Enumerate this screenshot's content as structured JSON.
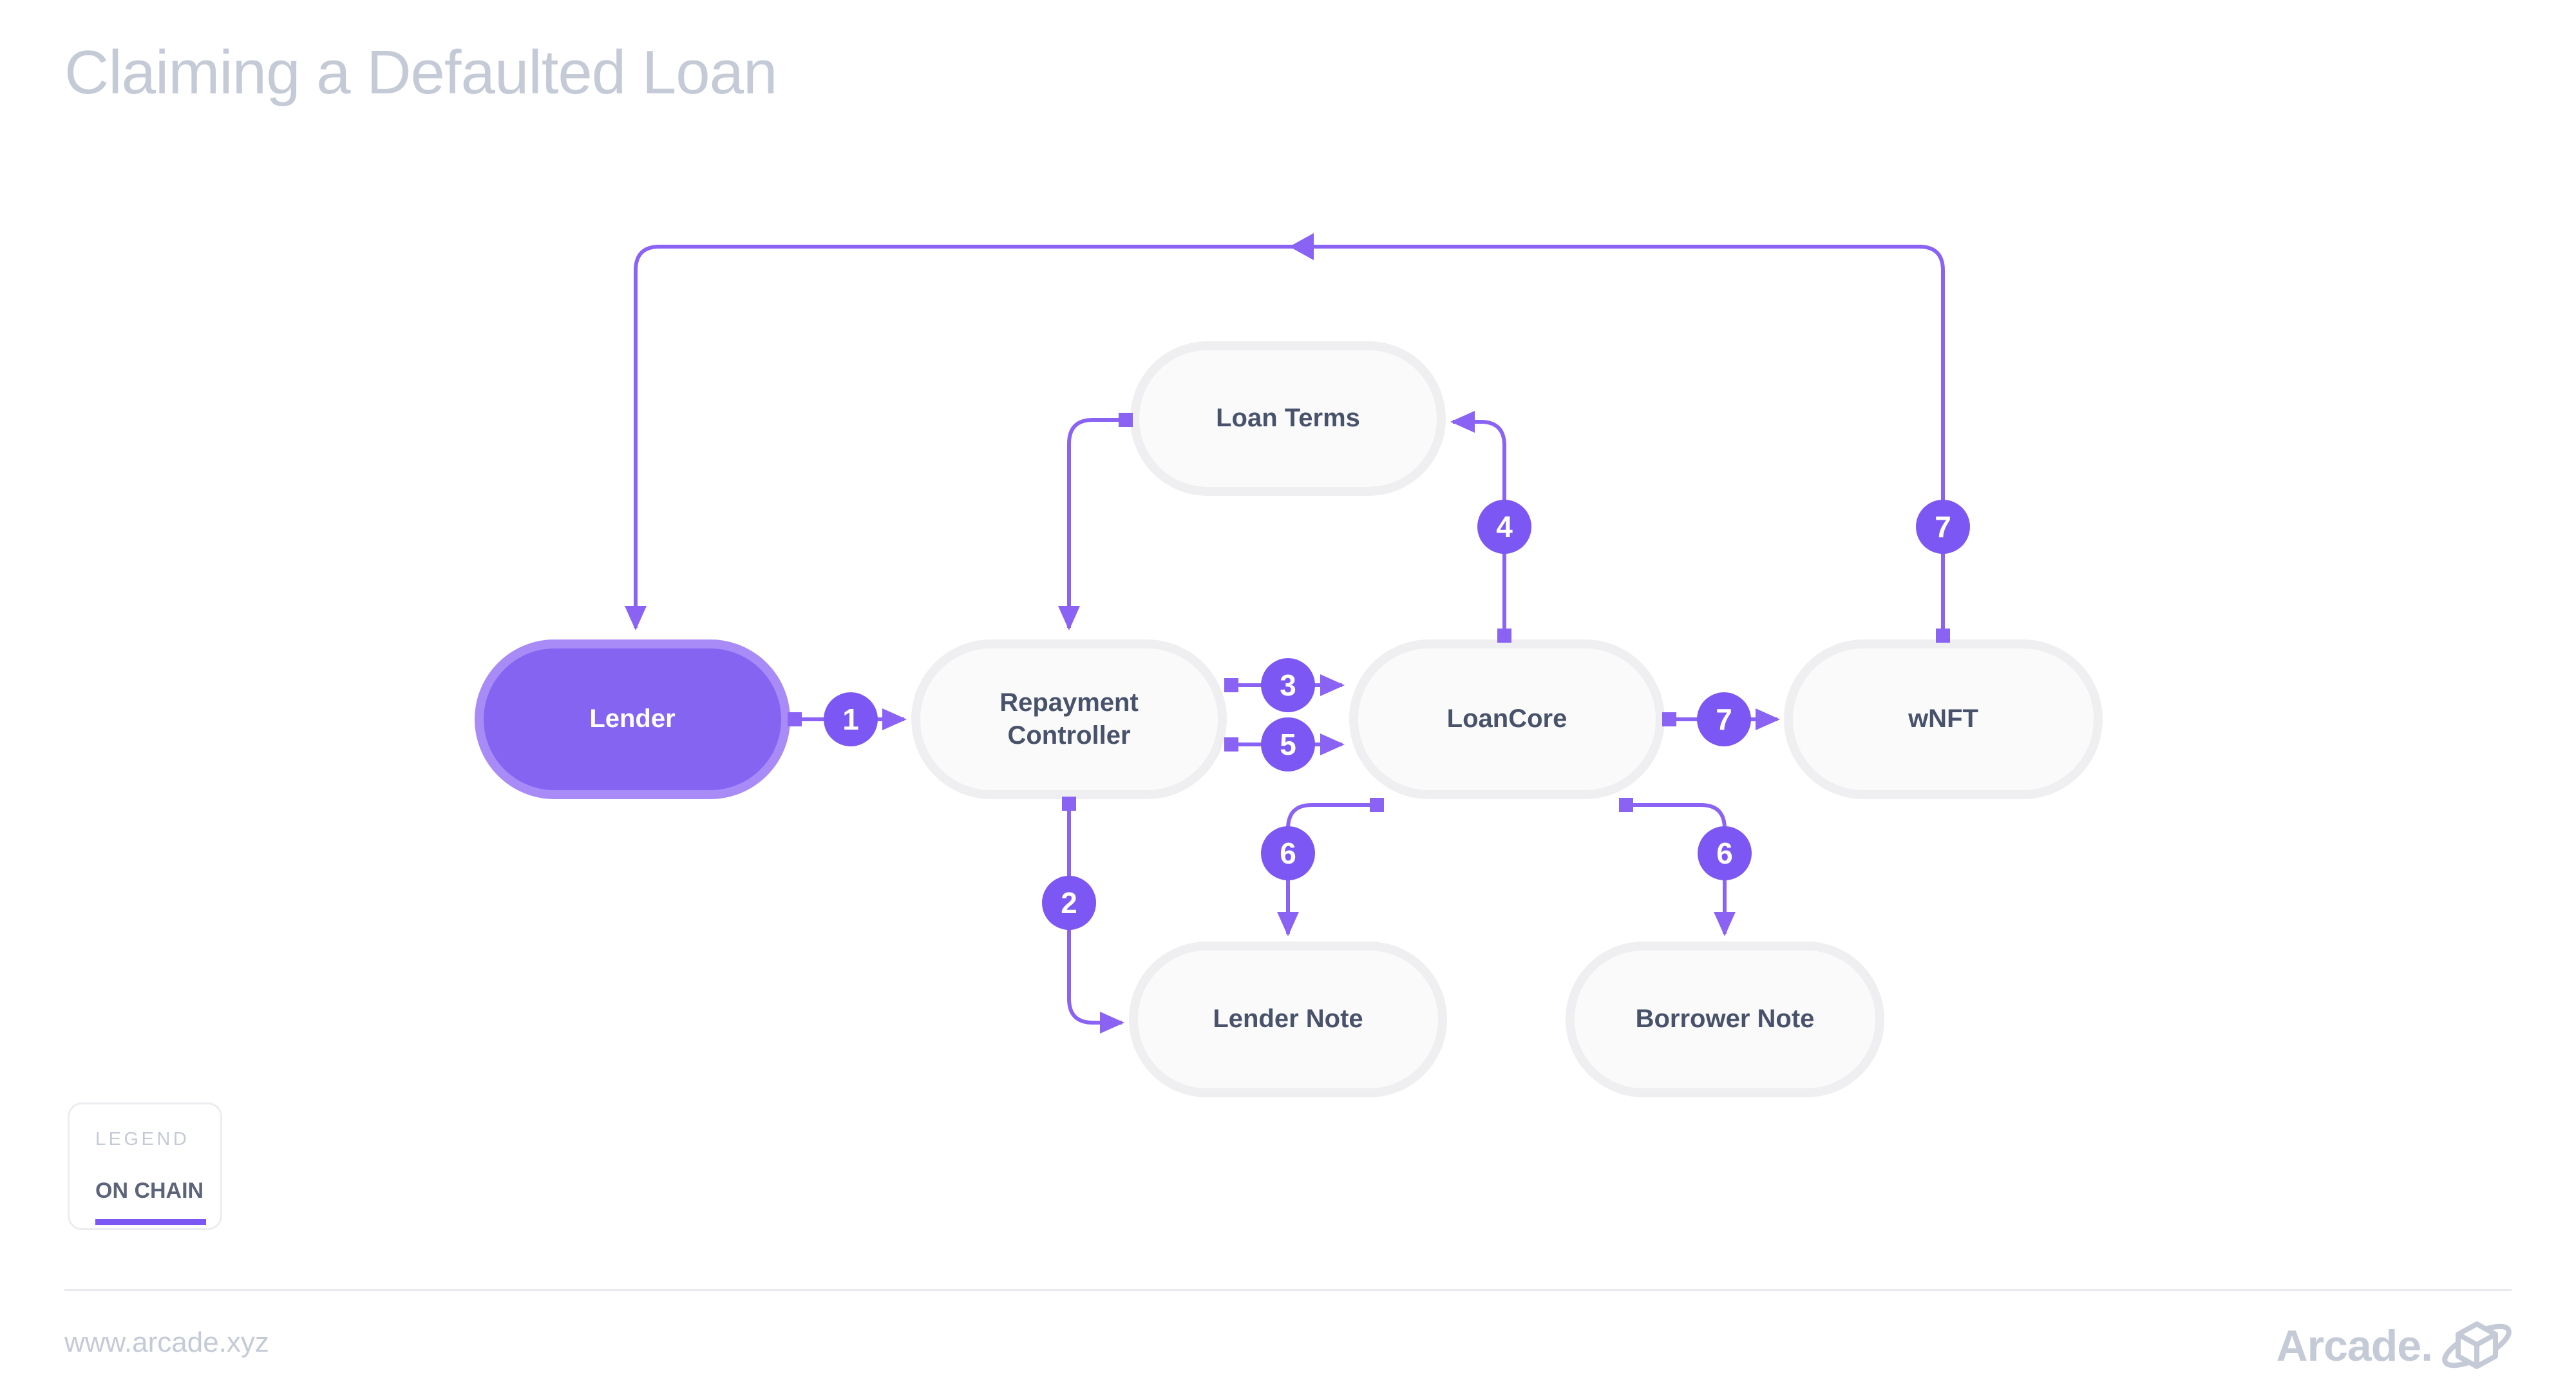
{
  "title": "Claiming a Defaulted Loan",
  "nodes": {
    "lender": "Lender",
    "repayment_controller": "Repayment Controller",
    "loan_terms": "Loan Terms",
    "loan_core": "LoanCore",
    "wnft": "wNFT",
    "lender_note": "Lender Note",
    "borrower_note": "Borrower Note"
  },
  "steps": {
    "s1": "1",
    "s2": "2",
    "s3": "3",
    "s4": "4",
    "s5": "5",
    "s6_to_lender_note": "6",
    "s6_to_borrower_note": "6",
    "s7_to_wnft": "7",
    "s7_to_lender": "7"
  },
  "edges": [
    {
      "from": "Lender",
      "to": "Repayment Controller",
      "step": "1"
    },
    {
      "from": "Repayment Controller",
      "to": "Lender Note",
      "step": "2"
    },
    {
      "from": "Repayment Controller",
      "to": "LoanCore",
      "step": "3"
    },
    {
      "from": "LoanCore",
      "to": "Loan Terms",
      "step": "4"
    },
    {
      "from": "Repayment Controller",
      "to": "LoanCore",
      "step": "5"
    },
    {
      "from": "LoanCore",
      "to": "Lender Note",
      "step": "6"
    },
    {
      "from": "LoanCore",
      "to": "Borrower Note",
      "step": "6"
    },
    {
      "from": "LoanCore",
      "to": "wNFT",
      "step": "7"
    },
    {
      "from": "wNFT",
      "to": "Lender",
      "step": "7"
    },
    {
      "from": "Loan Terms",
      "to": "Repayment Controller",
      "step": ""
    }
  ],
  "legend": {
    "heading": "LEGEND",
    "on_chain_label": "ON CHAIN"
  },
  "footer": {
    "website": "www.arcade.xyz",
    "brand": "Arcade."
  },
  "colors": {
    "accent": "#7C57F3",
    "line": "#8A63F4",
    "node-fill": "#FAFAFB",
    "node-ring": "#EFEFF1",
    "lender-fill": "#8564F2",
    "lender-ring": "#A98BF8",
    "label": "#48526A",
    "muted": "#C5CAD7",
    "legend-text": "#5B6478"
  }
}
